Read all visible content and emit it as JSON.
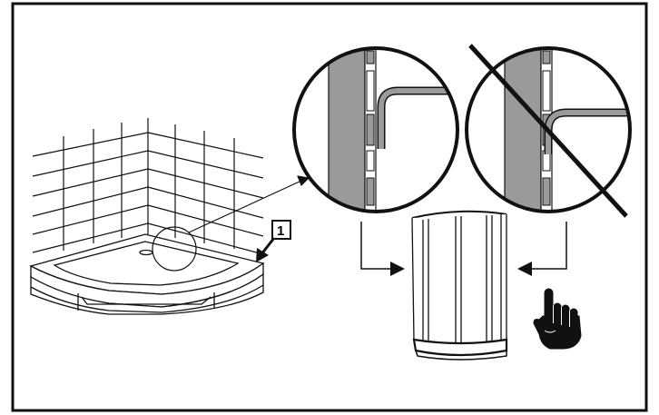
{
  "diagram": {
    "callout_number": "1",
    "colors": {
      "line": "#111111",
      "wall_gray": "#9a9a9a",
      "paper": "#ffffff"
    },
    "icons": [
      "shower-tray",
      "wall-tiles",
      "magnifier-circle-correct",
      "magnifier-circle-incorrect",
      "shower-enclosure",
      "pointing-hand-icon"
    ]
  }
}
